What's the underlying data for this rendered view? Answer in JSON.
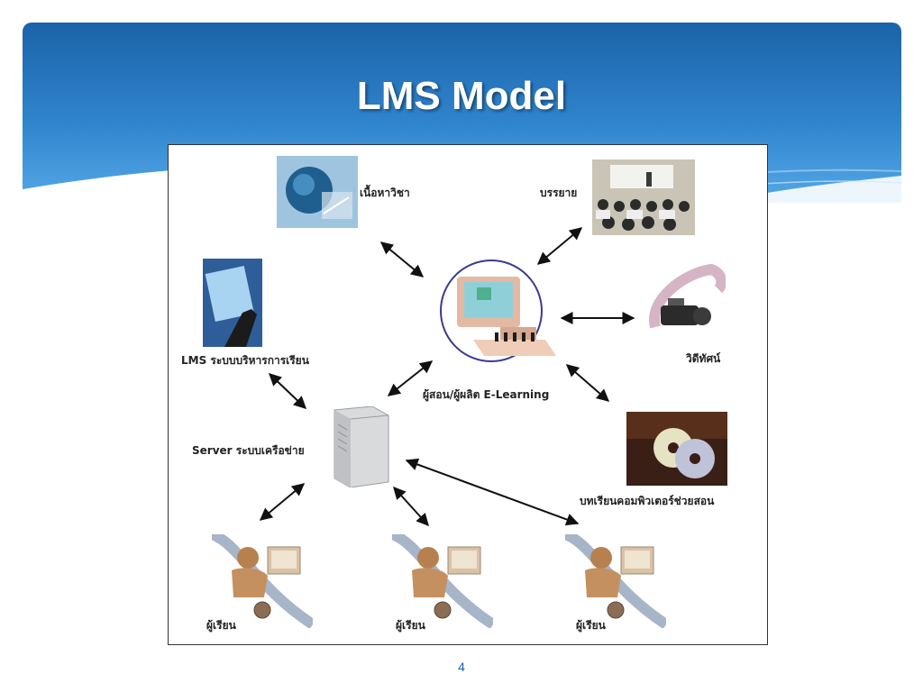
{
  "slide": {
    "title": "LMS Model",
    "page_number": "4"
  },
  "diagram": {
    "nodes": {
      "content": "เนื้อหาวิชา",
      "lecture": "บรรยาย",
      "lms": "LMS ระบบบริหารการเรียน",
      "producer": "ผู้สอน/ผู้ผลิต E-Learning",
      "video": "วิดีทัศน์",
      "server": "Server ระบบเครือข่าย",
      "cai": "บทเรียนคอมพิวเตอร์ช่วยสอน",
      "learner_1": "ผู้เรียน",
      "learner_2": "ผู้เรียน",
      "learner_3": "ผู้เรียน"
    },
    "connections": [
      {
        "from": "content",
        "to": "producer",
        "direction": "both"
      },
      {
        "from": "lecture",
        "to": "producer",
        "direction": "both"
      },
      {
        "from": "video",
        "to": "producer",
        "direction": "both"
      },
      {
        "from": "cai",
        "to": "producer",
        "direction": "both"
      },
      {
        "from": "server",
        "to": "producer",
        "direction": "both"
      },
      {
        "from": "lms",
        "to": "server",
        "direction": "both"
      },
      {
        "from": "server",
        "to": "learner_1",
        "direction": "both"
      },
      {
        "from": "server",
        "to": "learner_2",
        "direction": "both"
      },
      {
        "from": "server",
        "to": "learner_3",
        "direction": "both"
      }
    ]
  },
  "colors": {
    "header_dark": "#1b63a8",
    "header_light": "#55a8e6",
    "arrow": "#111111"
  }
}
